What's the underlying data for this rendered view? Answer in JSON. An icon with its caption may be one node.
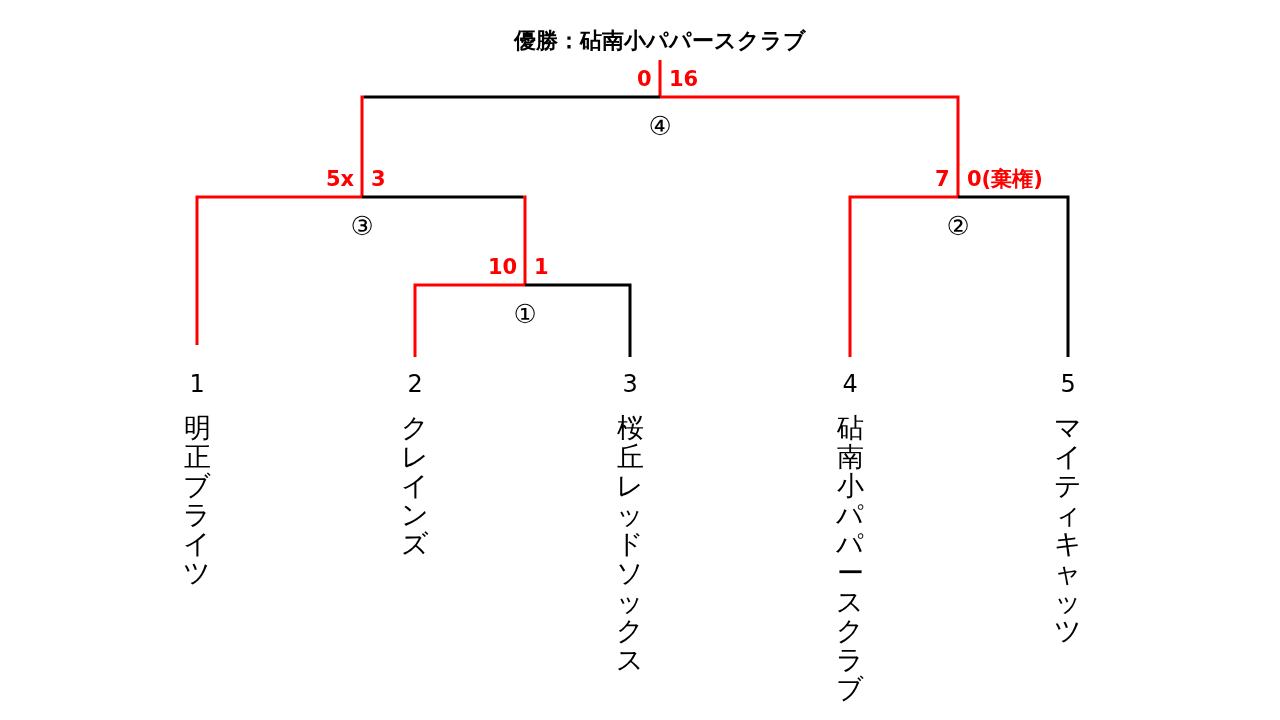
{
  "diagram": {
    "title": "優勝：砧南小パパースクラブ",
    "nodes": [
      {
        "text": [
          "④"
        ]
      },
      {
        "text": [
          "③"
        ]
      },
      {
        "text": [
          "②"
        ]
      },
      {
        "text": [
          "①"
        ]
      },
      {
        "text": [
          "1",
          "明正ブライツ"
        ]
      },
      {
        "text": [
          "2",
          "クレインズ"
        ]
      },
      {
        "text": [
          "3",
          "桜丘レッドソックス"
        ]
      },
      {
        "text": [
          "4",
          "砧南小パパースクラブ"
        ]
      },
      {
        "text": [
          "5",
          "マイティキャッツ"
        ]
      }
    ],
    "edges": [
      {
        "from": 0,
        "to": null,
        "arrow": "none"
      },
      {
        "from": 1,
        "to": 0,
        "arrow": "none",
        "label": "0",
        "color": "#000000"
      },
      {
        "from": 2,
        "to": 0,
        "arrow": "none",
        "label": "16"
      },
      {
        "from": 4,
        "to": 1,
        "arrow": "none",
        "label": "5x"
      },
      {
        "from": 3,
        "to": 1,
        "arrow": "none",
        "label": "3",
        "color": "#000000"
      },
      {
        "from": 7,
        "to": 2,
        "arrow": "none",
        "label": "7"
      },
      {
        "from": 8,
        "to": 2,
        "arrow": "none",
        "label": "0(棄権)",
        "color": "#000000"
      },
      {
        "from": 5,
        "to": 3,
        "arrow": "none",
        "label": "10"
      },
      {
        "from": 6,
        "to": 3,
        "arrow": "none",
        "label": "1",
        "color": "#000000"
      }
    ]
  }
}
